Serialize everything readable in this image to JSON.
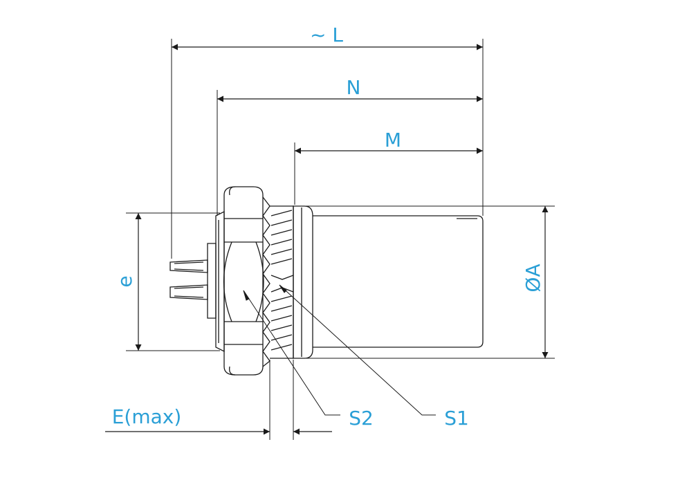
{
  "colors": {
    "dimension_text": "#2a9fd6",
    "line": "#1a1a1a",
    "background": "#ffffff"
  },
  "labels": {
    "L": "~ L",
    "N": "N",
    "M": "M",
    "A": "ØA",
    "e": "e",
    "E": "E(max)",
    "S1": "S1",
    "S2": "S2"
  }
}
